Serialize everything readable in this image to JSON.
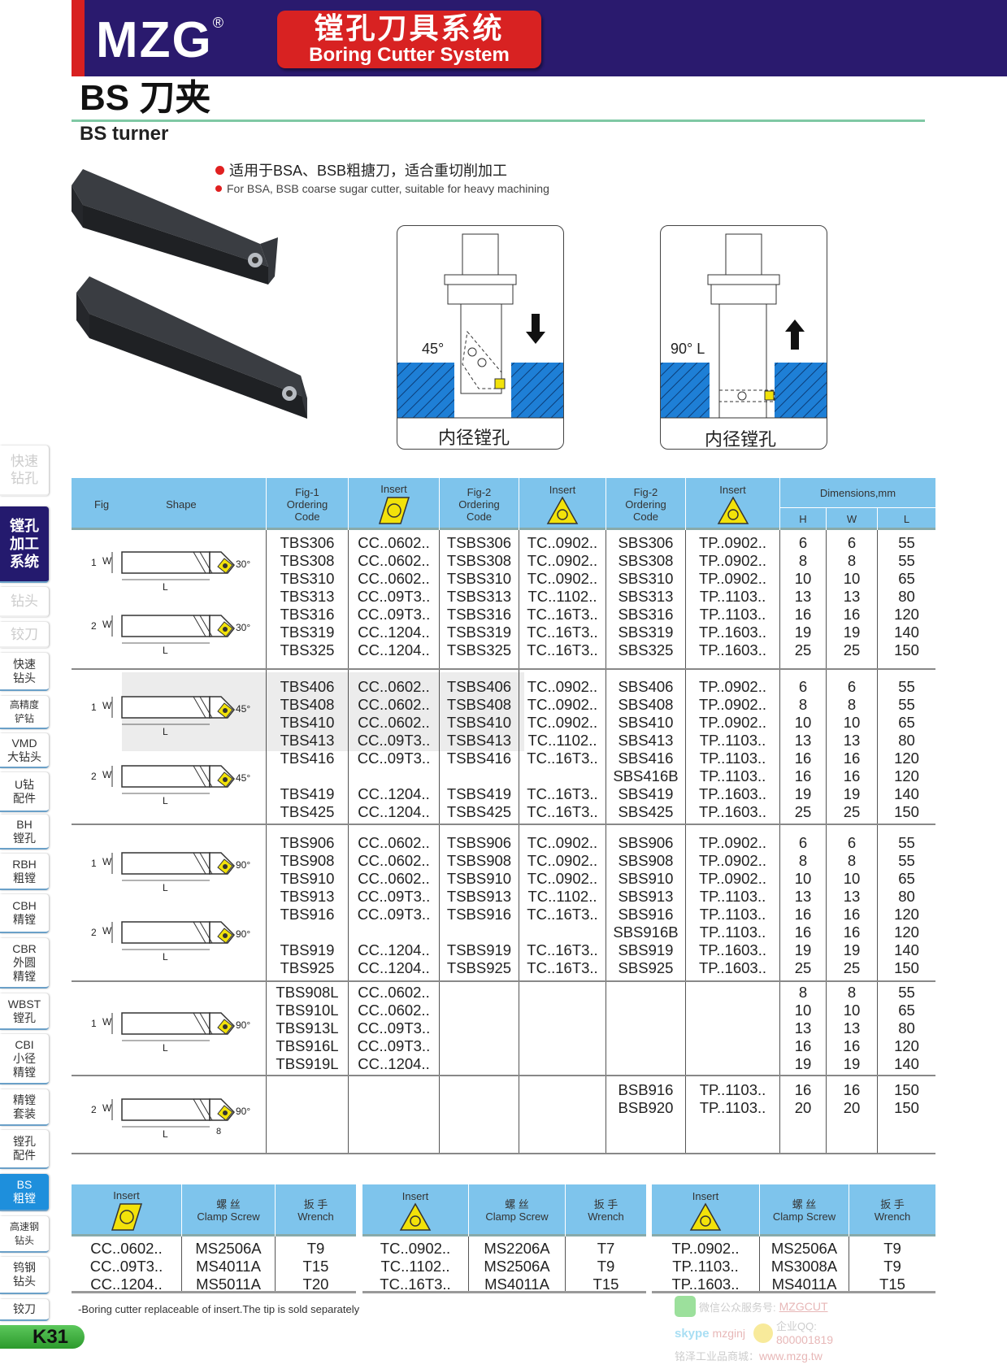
{
  "header": {
    "brand": "MZG",
    "registered": "R",
    "system_cn": "镗孔刀具系统",
    "system_en": "Boring Cutter System"
  },
  "page": {
    "title": "BS 刀夹",
    "subtitle": "BS turner",
    "bullet_cn": "适用于BSA、BSB粗搪刀，适合重切削加工",
    "bullet_en": "For BSA, BSB coarse sugar cutter, suitable for heavy machining",
    "page_no": "K31"
  },
  "diagrams": [
    {
      "angle": "45°",
      "caption": "内径镗孔"
    },
    {
      "angle": "90° L",
      "caption": "内径镗孔"
    }
  ],
  "sidebar": [
    {
      "label": "快速\n钻孔",
      "style": "fade"
    },
    {
      "label": "镗孔\n加工\n系统",
      "style": "nav"
    },
    {
      "label": "钻头",
      "style": "fade"
    },
    {
      "label": "铰刀",
      "style": "fade"
    },
    {
      "label": "快速\n钻头"
    },
    {
      "label": "高精度\n铲钻",
      "style": "sm"
    },
    {
      "label": "VMD\n大钻头"
    },
    {
      "label": "U钻\n配件"
    },
    {
      "label": "BH\n镗孔"
    },
    {
      "label": "RBH\n粗镗"
    },
    {
      "label": "CBH\n精镗"
    },
    {
      "label": "CBR\n外圆\n精镗"
    },
    {
      "label": "WBST\n镗孔"
    },
    {
      "label": "CBI\n小径\n精镗"
    },
    {
      "label": "精镗\n套装"
    },
    {
      "label": "镗孔\n配件"
    },
    {
      "label": "BS\n粗镗",
      "style": "sel"
    },
    {
      "label": "高速钢\n钻头",
      "style": "sm"
    },
    {
      "label": "钨钢\n钻头"
    },
    {
      "label": "铰刀"
    }
  ],
  "table": {
    "headers": {
      "fig": "Fig",
      "shape": "Shape",
      "fig1": "Fig-1\nOrdering\nCode",
      "insert": "Insert",
      "fig2": "Fig-2\nOrdering\nCode",
      "fig2b": "Fig-2\nOrdering\nCode",
      "dims": "Dimensions,mm",
      "h": "H",
      "w": "W",
      "l": "L"
    },
    "groups": [
      {
        "figs": [
          {
            "num": "1",
            "w": "W",
            "l": "L",
            "angle": "30°"
          },
          {
            "num": "2",
            "w": "W",
            "l": "L",
            "angle": "30°"
          }
        ],
        "rows": [
          [
            "TBS306",
            "CC..0602..",
            "TSBS306",
            "TC..0902..",
            "SBS306",
            "TP..0902..",
            "6",
            "6",
            "55"
          ],
          [
            "TBS308",
            "CC..0602..",
            "TSBS308",
            "TC..0902..",
            "SBS308",
            "TP..0902..",
            "8",
            "8",
            "55"
          ],
          [
            "TBS310",
            "CC..0602..",
            "TSBS310",
            "TC..0902..",
            "SBS310",
            "TP..0902..",
            "10",
            "10",
            "65"
          ],
          [
            "TBS313",
            "CC..09T3..",
            "TSBS313",
            "TC..1102..",
            "SBS313",
            "TP..1103..",
            "13",
            "13",
            "80"
          ],
          [
            "TBS316",
            "CC..09T3..",
            "TSBS316",
            "TC..16T3..",
            "SBS316",
            "TP..1103..",
            "16",
            "16",
            "120"
          ],
          [
            "TBS319",
            "CC..1204..",
            "TSBS319",
            "TC..16T3..",
            "SBS319",
            "TP..1603..",
            "19",
            "19",
            "140"
          ],
          [
            "TBS325",
            "CC..1204..",
            "TSBS325",
            "TC..16T3..",
            "SBS325",
            "TP..1603..",
            "25",
            "25",
            "150"
          ]
        ]
      },
      {
        "figs": [
          {
            "num": "1",
            "w": "W",
            "l": "L",
            "angle": "45°"
          },
          {
            "num": "2",
            "w": "W",
            "l": "L",
            "angle": "45°"
          }
        ],
        "rows": [
          [
            "TBS406",
            "CC..0602..",
            "TSBS406",
            "TC..0902..",
            "SBS406",
            "TP..0902..",
            "6",
            "6",
            "55"
          ],
          [
            "TBS408",
            "CC..0602..",
            "TSBS408",
            "TC..0902..",
            "SBS408",
            "TP..0902..",
            "8",
            "8",
            "55"
          ],
          [
            "TBS410",
            "CC..0602..",
            "TSBS410",
            "TC..0902..",
            "SBS410",
            "TP..0902..",
            "10",
            "10",
            "65"
          ],
          [
            "TBS413",
            "CC..09T3..",
            "TSBS413",
            "TC..1102..",
            "SBS413",
            "TP..1103..",
            "13",
            "13",
            "80"
          ],
          [
            "TBS416",
            "CC..09T3..",
            "TSBS416",
            "TC..16T3..",
            "SBS416",
            "TP..1103..",
            "16",
            "16",
            "120"
          ],
          [
            "",
            "",
            "",
            "",
            "SBS416B",
            "TP..1103..",
            "16",
            "16",
            "120"
          ],
          [
            "TBS419",
            "CC..1204..",
            "TSBS419",
            "TC..16T3..",
            "SBS419",
            "TP..1603..",
            "19",
            "19",
            "140"
          ],
          [
            "TBS425",
            "CC..1204..",
            "TSBS425",
            "TC..16T3..",
            "SBS425",
            "TP..1603..",
            "25",
            "25",
            "150"
          ]
        ]
      },
      {
        "figs": [
          {
            "num": "1",
            "w": "W",
            "l": "L",
            "angle": "90°"
          },
          {
            "num": "2",
            "w": "W",
            "l": "L",
            "angle": "90°"
          }
        ],
        "rows": [
          [
            "TBS906",
            "CC..0602..",
            "TSBS906",
            "TC..0902..",
            "SBS906",
            "TP..0902..",
            "6",
            "6",
            "55"
          ],
          [
            "TBS908",
            "CC..0602..",
            "TSBS908",
            "TC..0902..",
            "SBS908",
            "TP..0902..",
            "8",
            "8",
            "55"
          ],
          [
            "TBS910",
            "CC..0602..",
            "TSBS910",
            "TC..0902..",
            "SBS910",
            "TP..0902..",
            "10",
            "10",
            "65"
          ],
          [
            "TBS913",
            "CC..09T3..",
            "TSBS913",
            "TC..1102..",
            "SBS913",
            "TP..1103..",
            "13",
            "13",
            "80"
          ],
          [
            "TBS916",
            "CC..09T3..",
            "TSBS916",
            "TC..16T3..",
            "SBS916",
            "TP..1103..",
            "16",
            "16",
            "120"
          ],
          [
            "",
            "",
            "",
            "",
            "SBS916B",
            "TP..1103..",
            "16",
            "16",
            "120"
          ],
          [
            "TBS919",
            "CC..1204..",
            "TSBS919",
            "TC..16T3..",
            "SBS919",
            "TP..1603..",
            "19",
            "19",
            "140"
          ],
          [
            "TBS925",
            "CC..1204..",
            "TSBS925",
            "TC..16T3..",
            "SBS925",
            "TP..1603..",
            "25",
            "25",
            "150"
          ]
        ]
      },
      {
        "figs": [
          {
            "num": "1",
            "w": "W",
            "l": "L",
            "angle": "90°"
          }
        ],
        "rows": [
          [
            "TBS908L",
            "CC..0602..",
            "",
            "",
            "",
            "",
            "8",
            "8",
            "55"
          ],
          [
            "TBS910L",
            "CC..0602..",
            "",
            "",
            "",
            "",
            "10",
            "10",
            "65"
          ],
          [
            "TBS913L",
            "CC..09T3..",
            "",
            "",
            "",
            "",
            "13",
            "13",
            "80"
          ],
          [
            "TBS916L",
            "CC..09T3..",
            "",
            "",
            "",
            "",
            "16",
            "16",
            "120"
          ],
          [
            "TBS919L",
            "CC..1204..",
            "",
            "",
            "",
            "",
            "19",
            "19",
            "140"
          ]
        ]
      },
      {
        "figs": [
          {
            "num": "2",
            "w": "W",
            "l": "L",
            "angle": "90°",
            "extra": "8"
          }
        ],
        "rows": [
          [
            "",
            "",
            "",
            "",
            "BSB916",
            "TP..1103..",
            "16",
            "16",
            "150"
          ],
          [
            "",
            "",
            "",
            "",
            "BSB920",
            "TP..1103..",
            "20",
            "20",
            "150"
          ]
        ]
      }
    ]
  },
  "accessories": {
    "headers": {
      "insert": "Insert",
      "screw_cn": "螺 丝",
      "screw_en": "Clamp Screw",
      "wrench_cn": "扳 手",
      "wrench_en": "Wrench"
    },
    "tables": [
      {
        "shape": "rhombus",
        "rows": [
          [
            "CC..0602..",
            "MS2506A",
            "T9"
          ],
          [
            "CC..09T3..",
            "MS4011A",
            "T15"
          ],
          [
            "CC..1204..",
            "MS5011A",
            "T20"
          ]
        ]
      },
      {
        "shape": "triangle",
        "rows": [
          [
            "TC..0902..",
            "MS2206A",
            "T7"
          ],
          [
            "TC..1102..",
            "MS2506A",
            "T9"
          ],
          [
            "TC..16T3..",
            "MS4011A",
            "T15"
          ]
        ]
      },
      {
        "shape": "triangle",
        "rows": [
          [
            "TP..0902..",
            "MS2506A",
            "T9"
          ],
          [
            "TP..1103..",
            "MS3008A",
            "T9"
          ],
          [
            "TP..1603..",
            "MS4011A",
            "T15"
          ]
        ]
      }
    ],
    "note": "-Boring cutter replaceable of insert.The tip is sold separately"
  },
  "contact": {
    "wechat_label": "微信公众服务号:",
    "wechat_id": "MZGCUT",
    "skype": "mzginj",
    "qq_label": "企业QQ:",
    "qq": "800001819",
    "shop_label": "铭泽工业品商城：",
    "shop_url": "www.mzg.tw"
  },
  "colors": {
    "band": "#2a1a6e",
    "red": "#d82222",
    "header_blue": "#7ec4ec",
    "insert_yellow": "#f2e20a",
    "sidebar_selected": "#1e8fdc"
  }
}
